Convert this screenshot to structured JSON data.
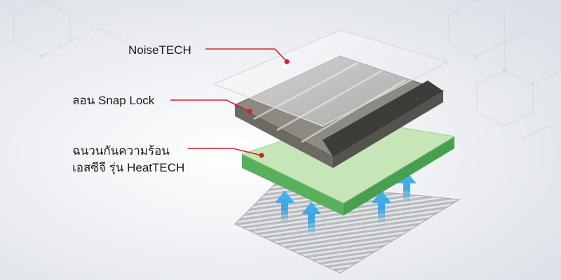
{
  "labels": {
    "noisetech": "NoiseTECH",
    "snap_lock": "ลอน Snap Lock",
    "heattech_line1": "ฉนวนกันความร้อน",
    "heattech_line2": "เอสซีจี รุ่น HeatTECH"
  },
  "colors": {
    "leader_line": "#d7202a",
    "insulation_top": "#c7e6b8",
    "insulation_side": "#58b05c",
    "roof_panel": "#8c8a82",
    "arrow": "#2f9fe0"
  },
  "icons": [
    "heat-up-arrow"
  ]
}
